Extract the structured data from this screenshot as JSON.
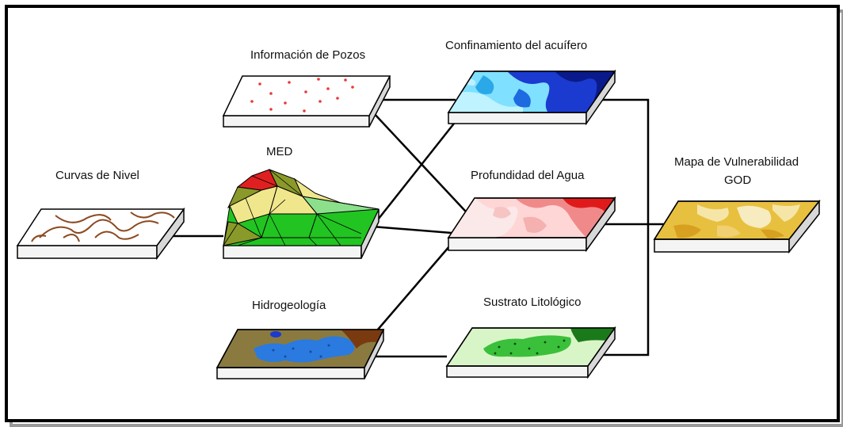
{
  "labels": {
    "pozos": "Información de Pozos",
    "confinamiento": "Confinamiento del acuífero",
    "med": "MED",
    "curvas": "Curvas de Nivel",
    "profundidad": "Profundidad del Agua",
    "vulnerabilidad_1": "Mapa de Vulnerabilidad",
    "vulnerabilidad_2": "GOD",
    "hidrogeologia": "Hidrogeología",
    "sustrato": "Sustrato Litológico"
  },
  "colors": {
    "line": "#000000",
    "slab_top": "#ffffff",
    "slab_side": "#f2f2f2",
    "well_dot": "#e83a3a",
    "curvas_line": "#8b4a20",
    "med_green": "#22c422",
    "med_yellow": "#f0e68c",
    "med_red": "#e02020",
    "med_olive": "#8a9a2a",
    "conf_light": "#7fe0ff",
    "conf_dark": "#0a1a8a",
    "prof_light": "#ffd6d6",
    "prof_dark": "#e01a1a",
    "god_yellow": "#e8c040",
    "god_pale": "#f5e6a8",
    "hidro_olive": "#8a7a40",
    "hidro_blue": "#2a7ae0",
    "hidro_brown": "#7a3a10",
    "sust_light": "#d8f5c8",
    "sust_dark": "#1a7a1a"
  }
}
